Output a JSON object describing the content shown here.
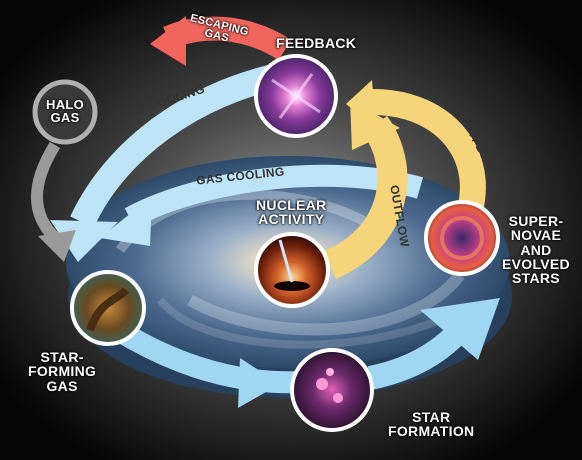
{
  "labels": {
    "feedback": "FEEDBACK",
    "escaping_gas": "ESCAPING\nGAS",
    "halo_gas": "HALO\nGAS",
    "gas_cooling_outer": "GAS COOLING",
    "gas_cooling_inner": "GAS COOLING",
    "outflow_outer": "OUTFLOW",
    "outflow_inner": "OUTFLOW",
    "nuclear_activity": "NUCLEAR\nACTIVITY",
    "supernovae": "SUPER-\nNOVAE\nAND\nEVOLVED\nSTARS",
    "star_forming_gas": "STAR-\nFORMING\nGAS",
    "star_formation": "STAR\nFORMATION"
  },
  "colors": {
    "gas_cooling_arrow": "#bde4f6",
    "outflow_arrow": "#f6d57a",
    "escaping_arrow": "#f2655d",
    "halo_arrow": "#9a9a9a",
    "star_formation_arrow": "#9fd6f2",
    "disk": "#2b4a6b"
  },
  "icons": {
    "feedback_image": "galaxy-outflow-photo",
    "nuclear_image": "black-hole-jet-photo",
    "supernova_image": "supernova-remnant-photo",
    "star_forming_image": "nebula-pillar-photo",
    "star_formation_image": "star-cluster-photo"
  }
}
